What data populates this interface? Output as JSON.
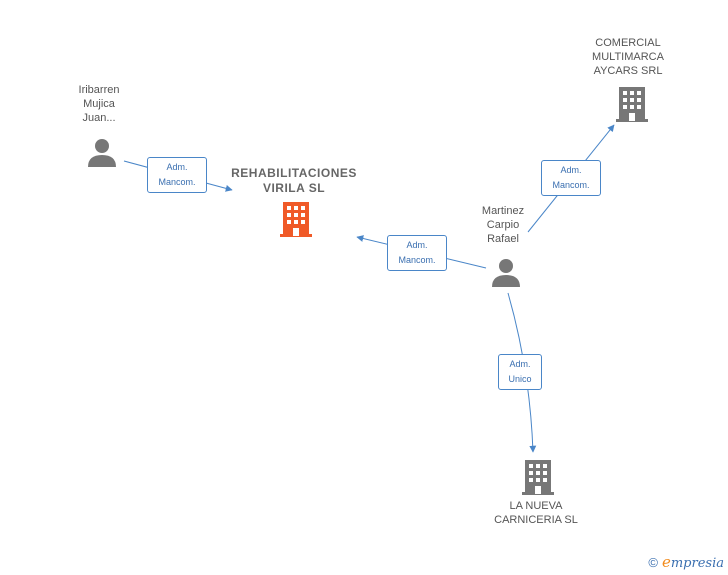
{
  "nodes": {
    "main_company": {
      "label": "REHABILITACIONES\nVIRILA  SL"
    },
    "comercial": {
      "label": "COMERCIAL\nMULTIMARCA\nAYCARS SRL"
    },
    "nueva": {
      "label": "LA NUEVA\nCARNICERIA SL"
    },
    "iribarren": {
      "label": "Iribarren\nMujica\nJuan..."
    },
    "martinez": {
      "label": "Martinez\nCarpio\nRafael"
    }
  },
  "roles": {
    "iribarren_main": "Adm.\nMancom.",
    "martinez_main": "Adm.\nMancom.",
    "martinez_comercial": "Adm.\nMancom.",
    "martinez_nueva": "Adm.\nUnico"
  },
  "colors": {
    "main_company": "#f05a28",
    "company": "#777777",
    "person": "#777777",
    "link": "#4a86c8"
  },
  "footer": {
    "copyright": "©",
    "brand_e": "e",
    "brand_rest": "mpresia"
  }
}
